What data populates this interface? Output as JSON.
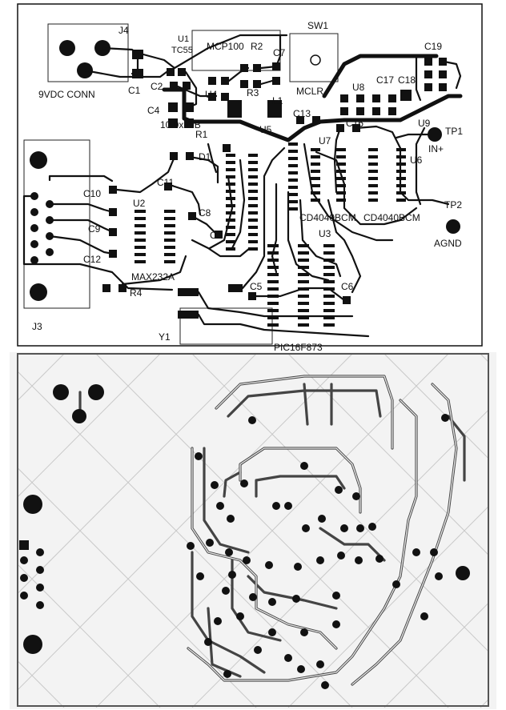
{
  "top_layer": {
    "labels": {
      "J4": "J4",
      "U1": "U1",
      "TC55": "TC55",
      "MCP100": "MCP100",
      "R2": "R2",
      "SW1": "SW1",
      "C19": "C19",
      "C7": "C7",
      "C1": "C1",
      "C2": "C2",
      "U4": "U4",
      "R3": "R3",
      "L1": "L1",
      "MCLR": "MCLR",
      "U8": "U8",
      "C17": "C17",
      "C18": "C18",
      "9VDC_CONN": "9VDC CONN",
      "C4": "C4",
      "value_10_0x6B": "10.0x 6 B",
      "C13": "C13",
      "C16": "C16",
      "U9": "U9",
      "TP1": "TP1",
      "R1": "R1",
      "U5": "U5",
      "U7": "U7",
      "IN+": "IN+",
      "D1": "D1",
      "U6": "U6",
      "C11": "C11",
      "C10": "C10",
      "U2": "U2",
      "TP2": "TP2",
      "C8": "C8",
      "CD4040BCM_1": "CD4040BCM",
      "CD4040BCM_2": "CD4040BCM",
      "C9": "C9",
      "U3": "U3",
      "C3": "C3",
      "AGND": "AGND",
      "C12": "C12",
      "MAX232A": "MAX232A",
      "C5": "C5",
      "C6": "C6",
      "R4": "R4",
      "J3": "J3",
      "Y1": "Y1",
      "PIC_partial": "PIC16F873"
    }
  }
}
